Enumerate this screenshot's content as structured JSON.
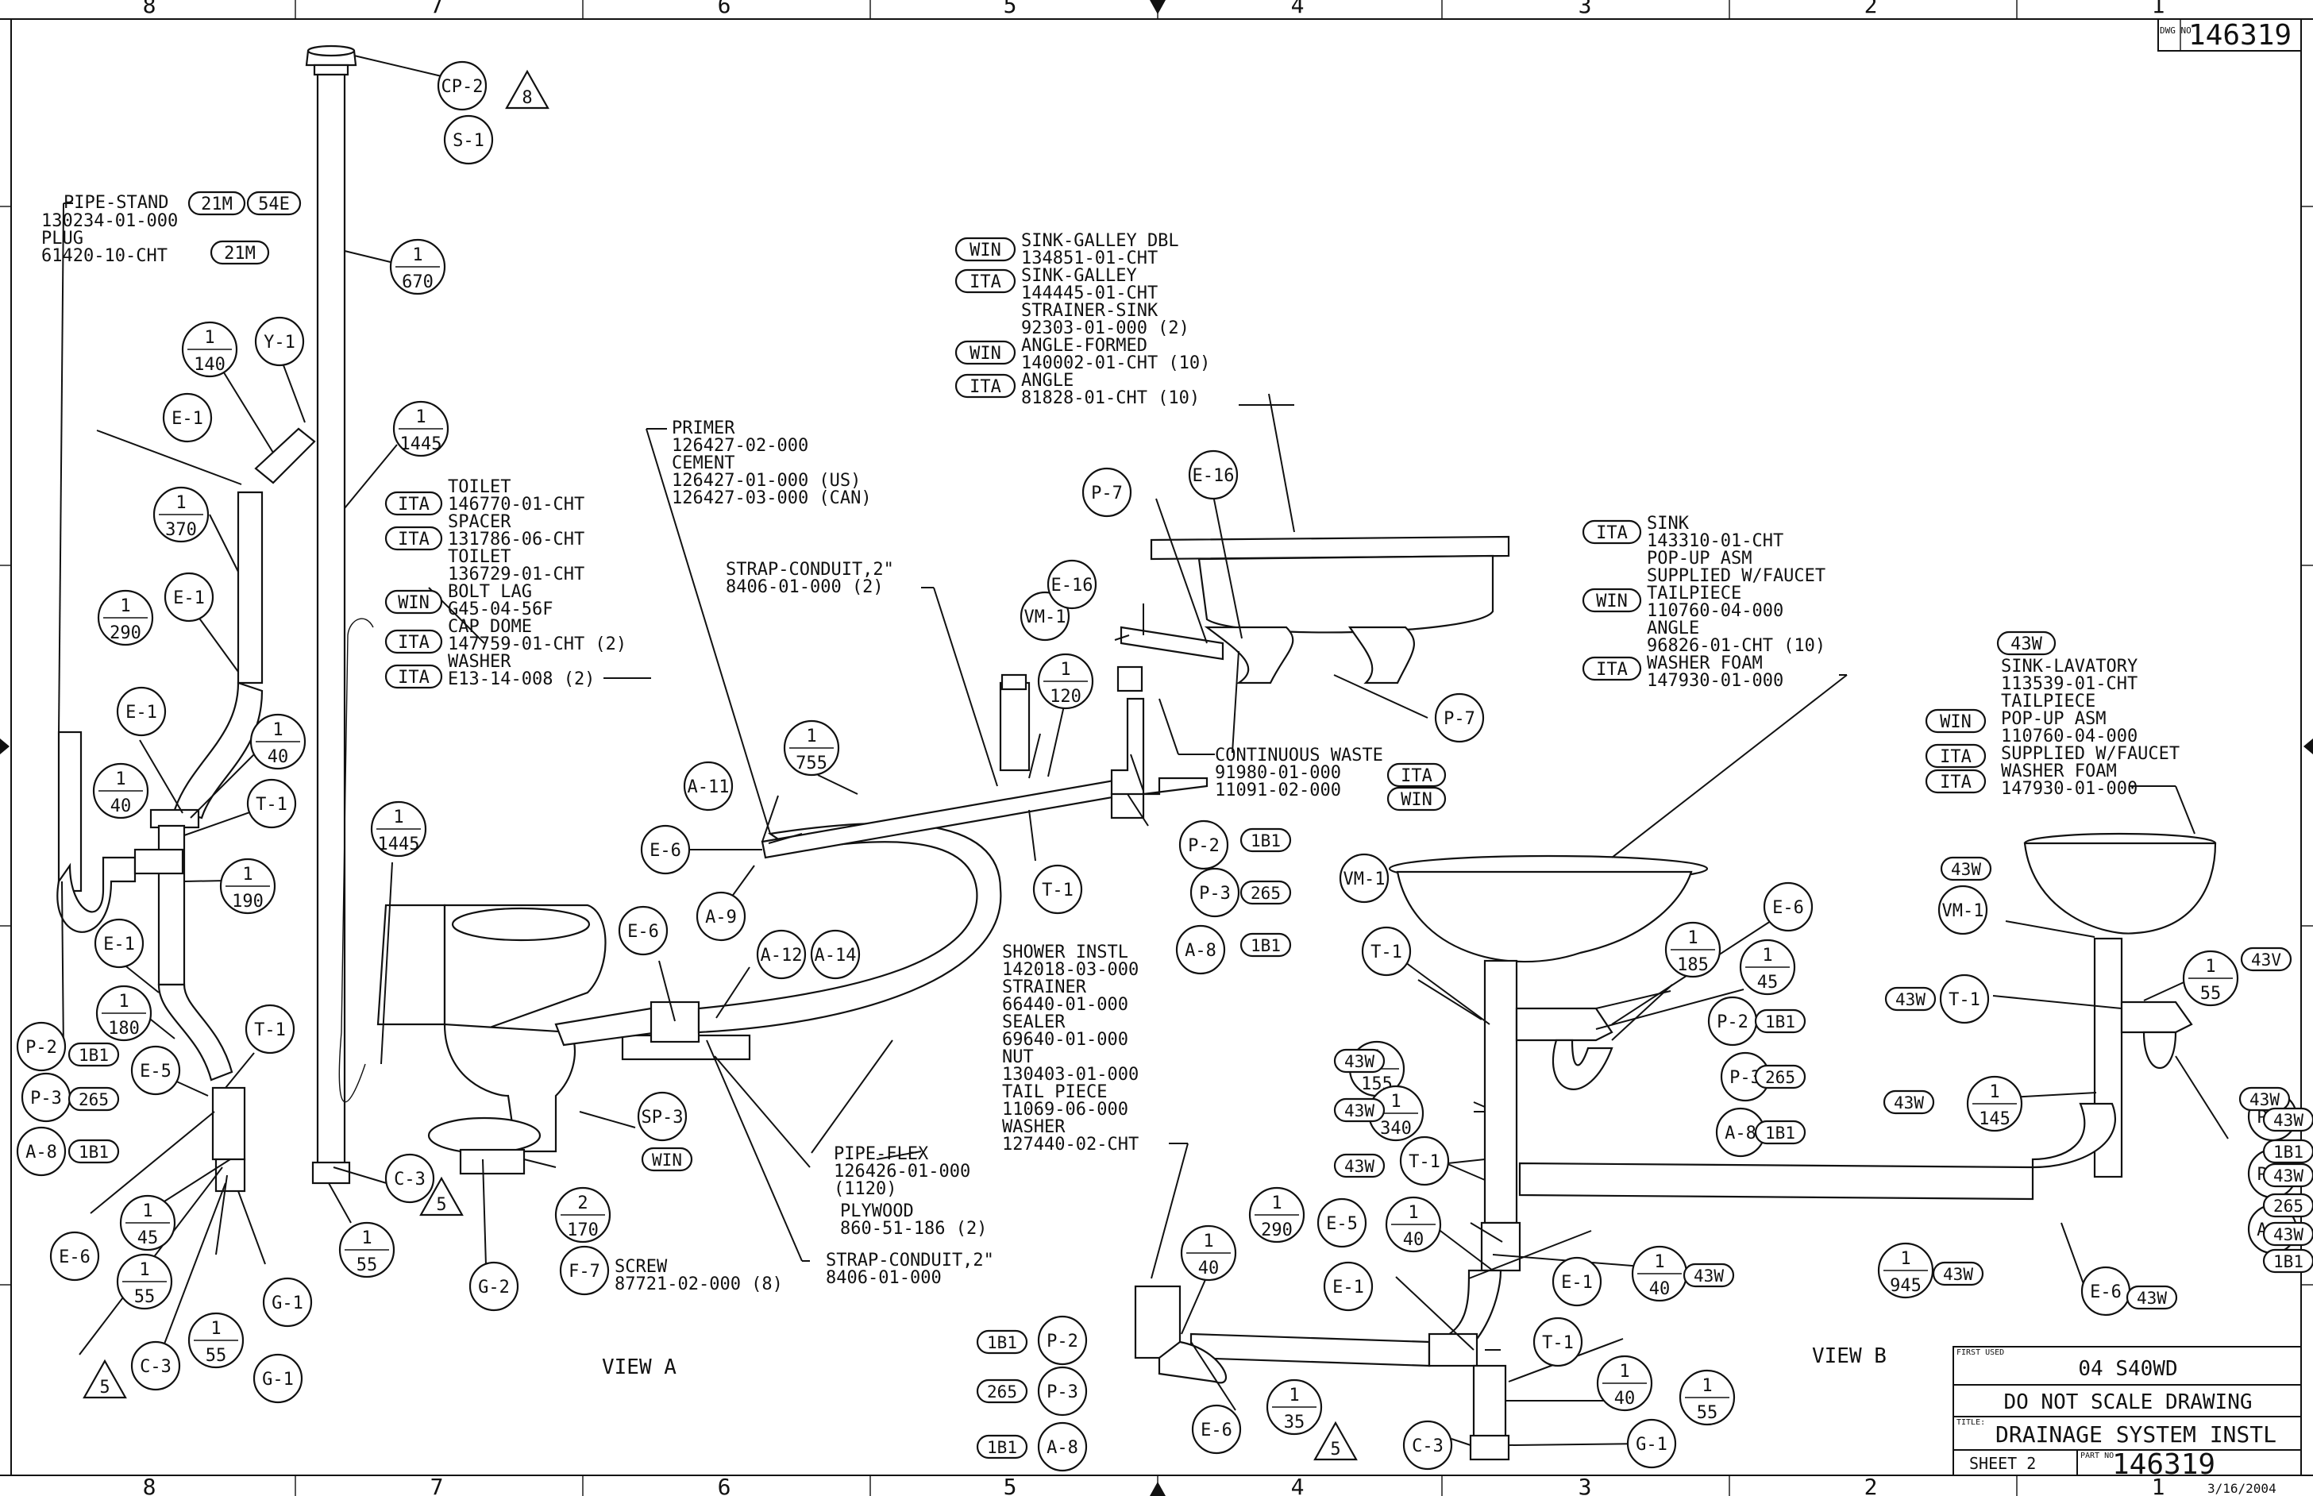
{
  "sheet": {
    "zones_top": [
      "8",
      "7",
      "6",
      "5",
      "4",
      "3",
      "2",
      "1"
    ],
    "zones_bottom": [
      "8",
      "7",
      "6",
      "5",
      "4",
      "3",
      "2",
      "1"
    ],
    "dwg_no_label": "DWG NO",
    "dwg_no": "146319"
  },
  "title_block": {
    "first_used_label": "FIRST USED",
    "first_used": "04 S40WD",
    "warning": "DO NOT SCALE DRAWING",
    "title_label": "TITLE:",
    "title": "DRAINAGE SYSTEM INSTL",
    "sheet": "SHEET 2",
    "part_no_label": "PART NO",
    "part_no": "146319",
    "date": "3/16/2004"
  },
  "view_labels": {
    "a": "VIEW A",
    "b": "VIEW B"
  },
  "notes": {
    "pipe_stand": [
      "PIPE-STAND",
      "130234-01-000",
      "PLUG",
      "61420-10-CHT"
    ],
    "pipe_stand_tags": [
      "21M",
      "54E",
      "21M"
    ],
    "toilet": [
      "TOILET",
      "146770-01-CHT",
      "SPACER",
      "131786-06-CHT",
      "TOILET",
      "136729-01-CHT",
      "BOLT LAG",
      "G45-04-56F",
      "CAP DOME",
      "147759-01-CHT (2)",
      "WASHER",
      "E13-14-008 (2)"
    ],
    "toilet_tags": [
      "ITA",
      "ITA",
      "WIN",
      "ITA",
      "ITA"
    ],
    "primer": [
      "PRIMER",
      "126427-02-000",
      "CEMENT",
      "126427-01-000 (US)",
      "126427-03-000 (CAN)"
    ],
    "strap_top": [
      "STRAP-CONDUIT,2\"",
      "8406-01-000 (2)"
    ],
    "sink_galley": [
      "SINK-GALLEY DBL",
      "134851-01-CHT",
      "SINK-GALLEY",
      "144445-01-CHT",
      "STRAINER-SINK",
      "92303-01-000 (2)",
      "ANGLE-FORMED",
      "140002-01-CHT (10)",
      "ANGLE",
      "81828-01-CHT (10)"
    ],
    "sink_galley_tags": [
      "WIN",
      "ITA",
      "WIN",
      "ITA"
    ],
    "continuous_waste": [
      "CONTINUOUS WASTE",
      "91980-01-000",
      "11091-02-000"
    ],
    "continuous_waste_tags": [
      "ITA",
      "WIN"
    ],
    "sink_mid": [
      "SINK",
      "143310-01-CHT",
      "POP-UP ASM",
      "SUPPLIED W/FAUCET",
      "TAILPIECE",
      "110760-04-000",
      "ANGLE",
      "96826-01-CHT (10)",
      "WASHER FOAM",
      "147930-01-000"
    ],
    "sink_mid_tags": [
      "ITA",
      "WIN",
      "ITA"
    ],
    "lavatory": [
      "SINK-LAVATORY",
      "113539-01-CHT",
      "TAILPIECE",
      "POP-UP ASM",
      "110760-04-000",
      "SUPPLIED W/FAUCET",
      "WASHER FOAM",
      "147930-01-000"
    ],
    "lavatory_tags": [
      "43W",
      "WIN",
      "ITA",
      "ITA"
    ],
    "shower": [
      "SHOWER INSTL",
      "142018-03-000",
      "STRAINER",
      "66440-01-000",
      "SEALER",
      "69640-01-000",
      "NUT",
      "130403-01-000",
      "TAIL PIECE",
      "11069-06-000",
      "WASHER",
      "127440-02-CHT"
    ],
    "pipe_flex": [
      "PIPE-FLEX",
      "126426-01-000",
      "(1120)"
    ],
    "plywood": [
      "PLYWOOD",
      "860-51-186 (2)"
    ],
    "strap_bottom": [
      "STRAP-CONDUIT,2\"",
      "8406-01-000"
    ],
    "screw": [
      "SCREW",
      "87721-02-000 (8)"
    ]
  },
  "balloons": {
    "simple": [
      "CP-2",
      "S-1",
      "Y-1",
      "E-1",
      "E-1",
      "E-1",
      "T-1",
      "E-1",
      "T-1",
      "E-5",
      "P-2",
      "P-3",
      "A-8",
      "E-6",
      "G-1",
      "G-1",
      "C-3",
      "C-3",
      "A-11",
      "E-6",
      "A-9",
      "E-6",
      "A-12",
      "A-14",
      "T-1",
      "VM-1",
      "E-16",
      "P-7",
      "E-16",
      "P-7",
      "P-2",
      "P-3",
      "A-8",
      "SP-3",
      "G-2",
      "F-7",
      "VM-1",
      "T-1",
      "E-6",
      "P-2",
      "P-3",
      "A-8",
      "T-1",
      "E-5",
      "E-1",
      "E-1",
      "T-1",
      "G-1",
      "C-3",
      "P-2",
      "P-3",
      "A-8",
      "E-6",
      "VM-1",
      "T-1",
      "P-2",
      "P-3",
      "A-8",
      "E-6"
    ],
    "fraction": [
      [
        "1",
        "670"
      ],
      [
        "1",
        "140"
      ],
      [
        "1",
        "1445"
      ],
      [
        "1",
        "370"
      ],
      [
        "1",
        "290"
      ],
      [
        "1",
        "40"
      ],
      [
        "1",
        "40"
      ],
      [
        "1",
        "190"
      ],
      [
        "1",
        "180"
      ],
      [
        "1",
        "45"
      ],
      [
        "1",
        "55"
      ],
      [
        "1",
        "55"
      ],
      [
        "1",
        "55"
      ],
      [
        "1",
        "1445"
      ],
      [
        "1",
        "755"
      ],
      [
        "1",
        "120"
      ],
      [
        "2",
        "170"
      ],
      [
        "1",
        "185"
      ],
      [
        "1",
        "45"
      ],
      [
        "1",
        "155"
      ],
      [
        "1",
        "340"
      ],
      [
        "1",
        "290"
      ],
      [
        "1",
        "40"
      ],
      [
        "1",
        "40"
      ],
      [
        "1",
        "40"
      ],
      [
        "1",
        "40"
      ],
      [
        "1",
        "35"
      ],
      [
        "1",
        "55"
      ],
      [
        "1",
        "55"
      ],
      [
        "1",
        "145"
      ],
      [
        "1",
        "945"
      ]
    ],
    "tags": [
      "1B1",
      "265",
      "1B1",
      "1B1",
      "265",
      "1B1",
      "WIN",
      "1B1",
      "265",
      "1B1",
      "1B1",
      "265",
      "1B1",
      "43W",
      "43W",
      "43W",
      "43V",
      "43W",
      "43W",
      "43W",
      "43W",
      "1B1",
      "43W",
      "265",
      "43W",
      "1B1",
      "43W",
      "43W",
      "43W",
      "43W"
    ],
    "triangles": [
      "8",
      "5",
      "5",
      "5"
    ]
  }
}
